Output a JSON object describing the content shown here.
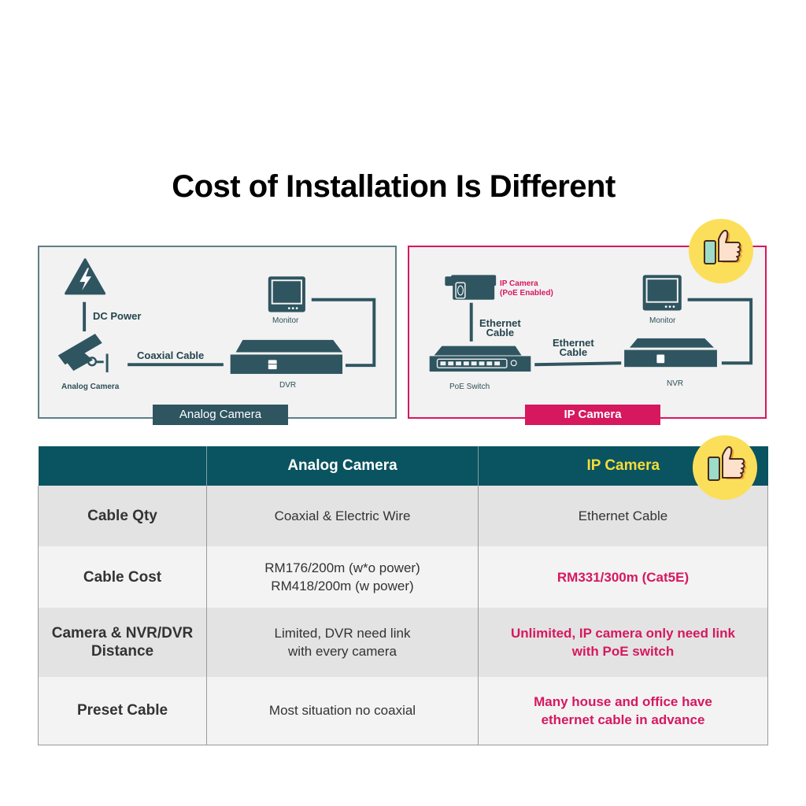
{
  "title": "Cost of Installation Is Different",
  "colors": {
    "teal_dark": "#0a5360",
    "diagram_ink": "#2f5560",
    "ip_accent": "#d6185f",
    "header_highlight": "#f5dd3a",
    "badge_yellow": "#fbdf5a"
  },
  "analog_panel": {
    "tag": "Analog Camera",
    "labels": {
      "power": "DC Power",
      "cable": "Coaxial Cable",
      "camera": "Analog Camera",
      "monitor": "Monitor",
      "recorder": "DVR"
    },
    "icons": [
      "power-warning-icon",
      "analog-camera-icon",
      "monitor-icon",
      "dvr-icon"
    ]
  },
  "ip_panel": {
    "tag": "IP Camera",
    "labels": {
      "camera_line1": "IP Camera",
      "camera_line2": "(PoE Enabled)",
      "cable1_line1": "Ethernet",
      "cable1_line2": "Cable",
      "cable2_line1": "Ethernet",
      "cable2_line2": "Cable",
      "switch": "PoE Switch",
      "monitor": "Monitor",
      "recorder": "NVR"
    },
    "icons": [
      "ip-camera-icon",
      "poe-switch-icon",
      "monitor-icon",
      "nvr-icon",
      "thumbs-up-icon"
    ]
  },
  "table": {
    "headers": [
      "",
      "Analog Camera",
      "IP Camera"
    ],
    "rows": [
      {
        "label": "Cable Qty",
        "analog": [
          "Coaxial & Electric Wire"
        ],
        "ip": [
          "Ethernet Cable"
        ],
        "ip_highlight": false
      },
      {
        "label": "Cable Cost",
        "analog": [
          "RM176/200m (w*o power)",
          "RM418/200m (w power)"
        ],
        "ip": [
          "RM331/300m (Cat5E)"
        ],
        "ip_highlight": true
      },
      {
        "label_lines": [
          "Camera & NVR/DVR",
          "Distance"
        ],
        "analog": [
          "Limited, DVR need link",
          "with every camera"
        ],
        "ip": [
          "Unlimited, IP camera only need link",
          "with PoE switch"
        ],
        "ip_highlight": true
      },
      {
        "label": "Preset Cable",
        "analog": [
          "Most situation no coaxial"
        ],
        "ip": [
          "Many house and office have",
          "ethernet cable in advance"
        ],
        "ip_highlight": true
      }
    ]
  }
}
